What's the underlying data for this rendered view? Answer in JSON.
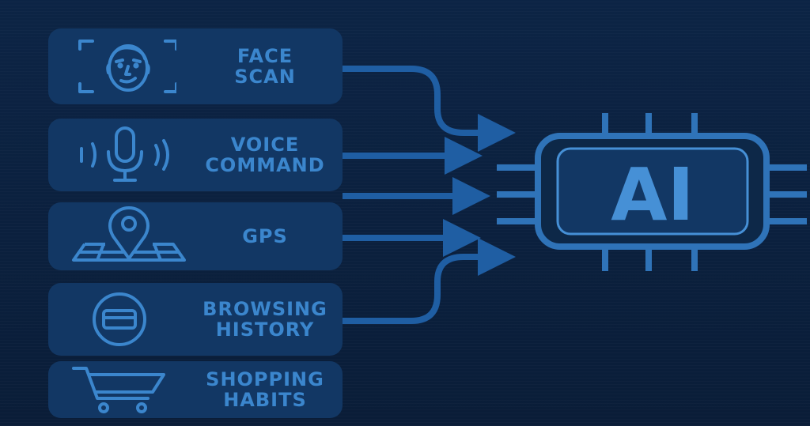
{
  "inputs": [
    {
      "lines": [
        "FACE",
        "SCAN"
      ],
      "icon": "face-scan-icon"
    },
    {
      "lines": [
        "VOICE",
        "COMMAND"
      ],
      "icon": "microphone-icon"
    },
    {
      "lines": [
        "GPS"
      ],
      "icon": "map-pin-icon"
    },
    {
      "lines": [
        "BROWSING",
        "HISTORY"
      ],
      "icon": "browser-window-icon"
    },
    {
      "lines": [
        "SHOPPING",
        "HABITS"
      ],
      "icon": "shopping-cart-icon"
    }
  ],
  "chip": {
    "label": "AI",
    "icon": "processor-chip-icon"
  },
  "colors": {
    "background": "#0b1f3b",
    "card": "#123764",
    "accent": "#3b86cd"
  }
}
